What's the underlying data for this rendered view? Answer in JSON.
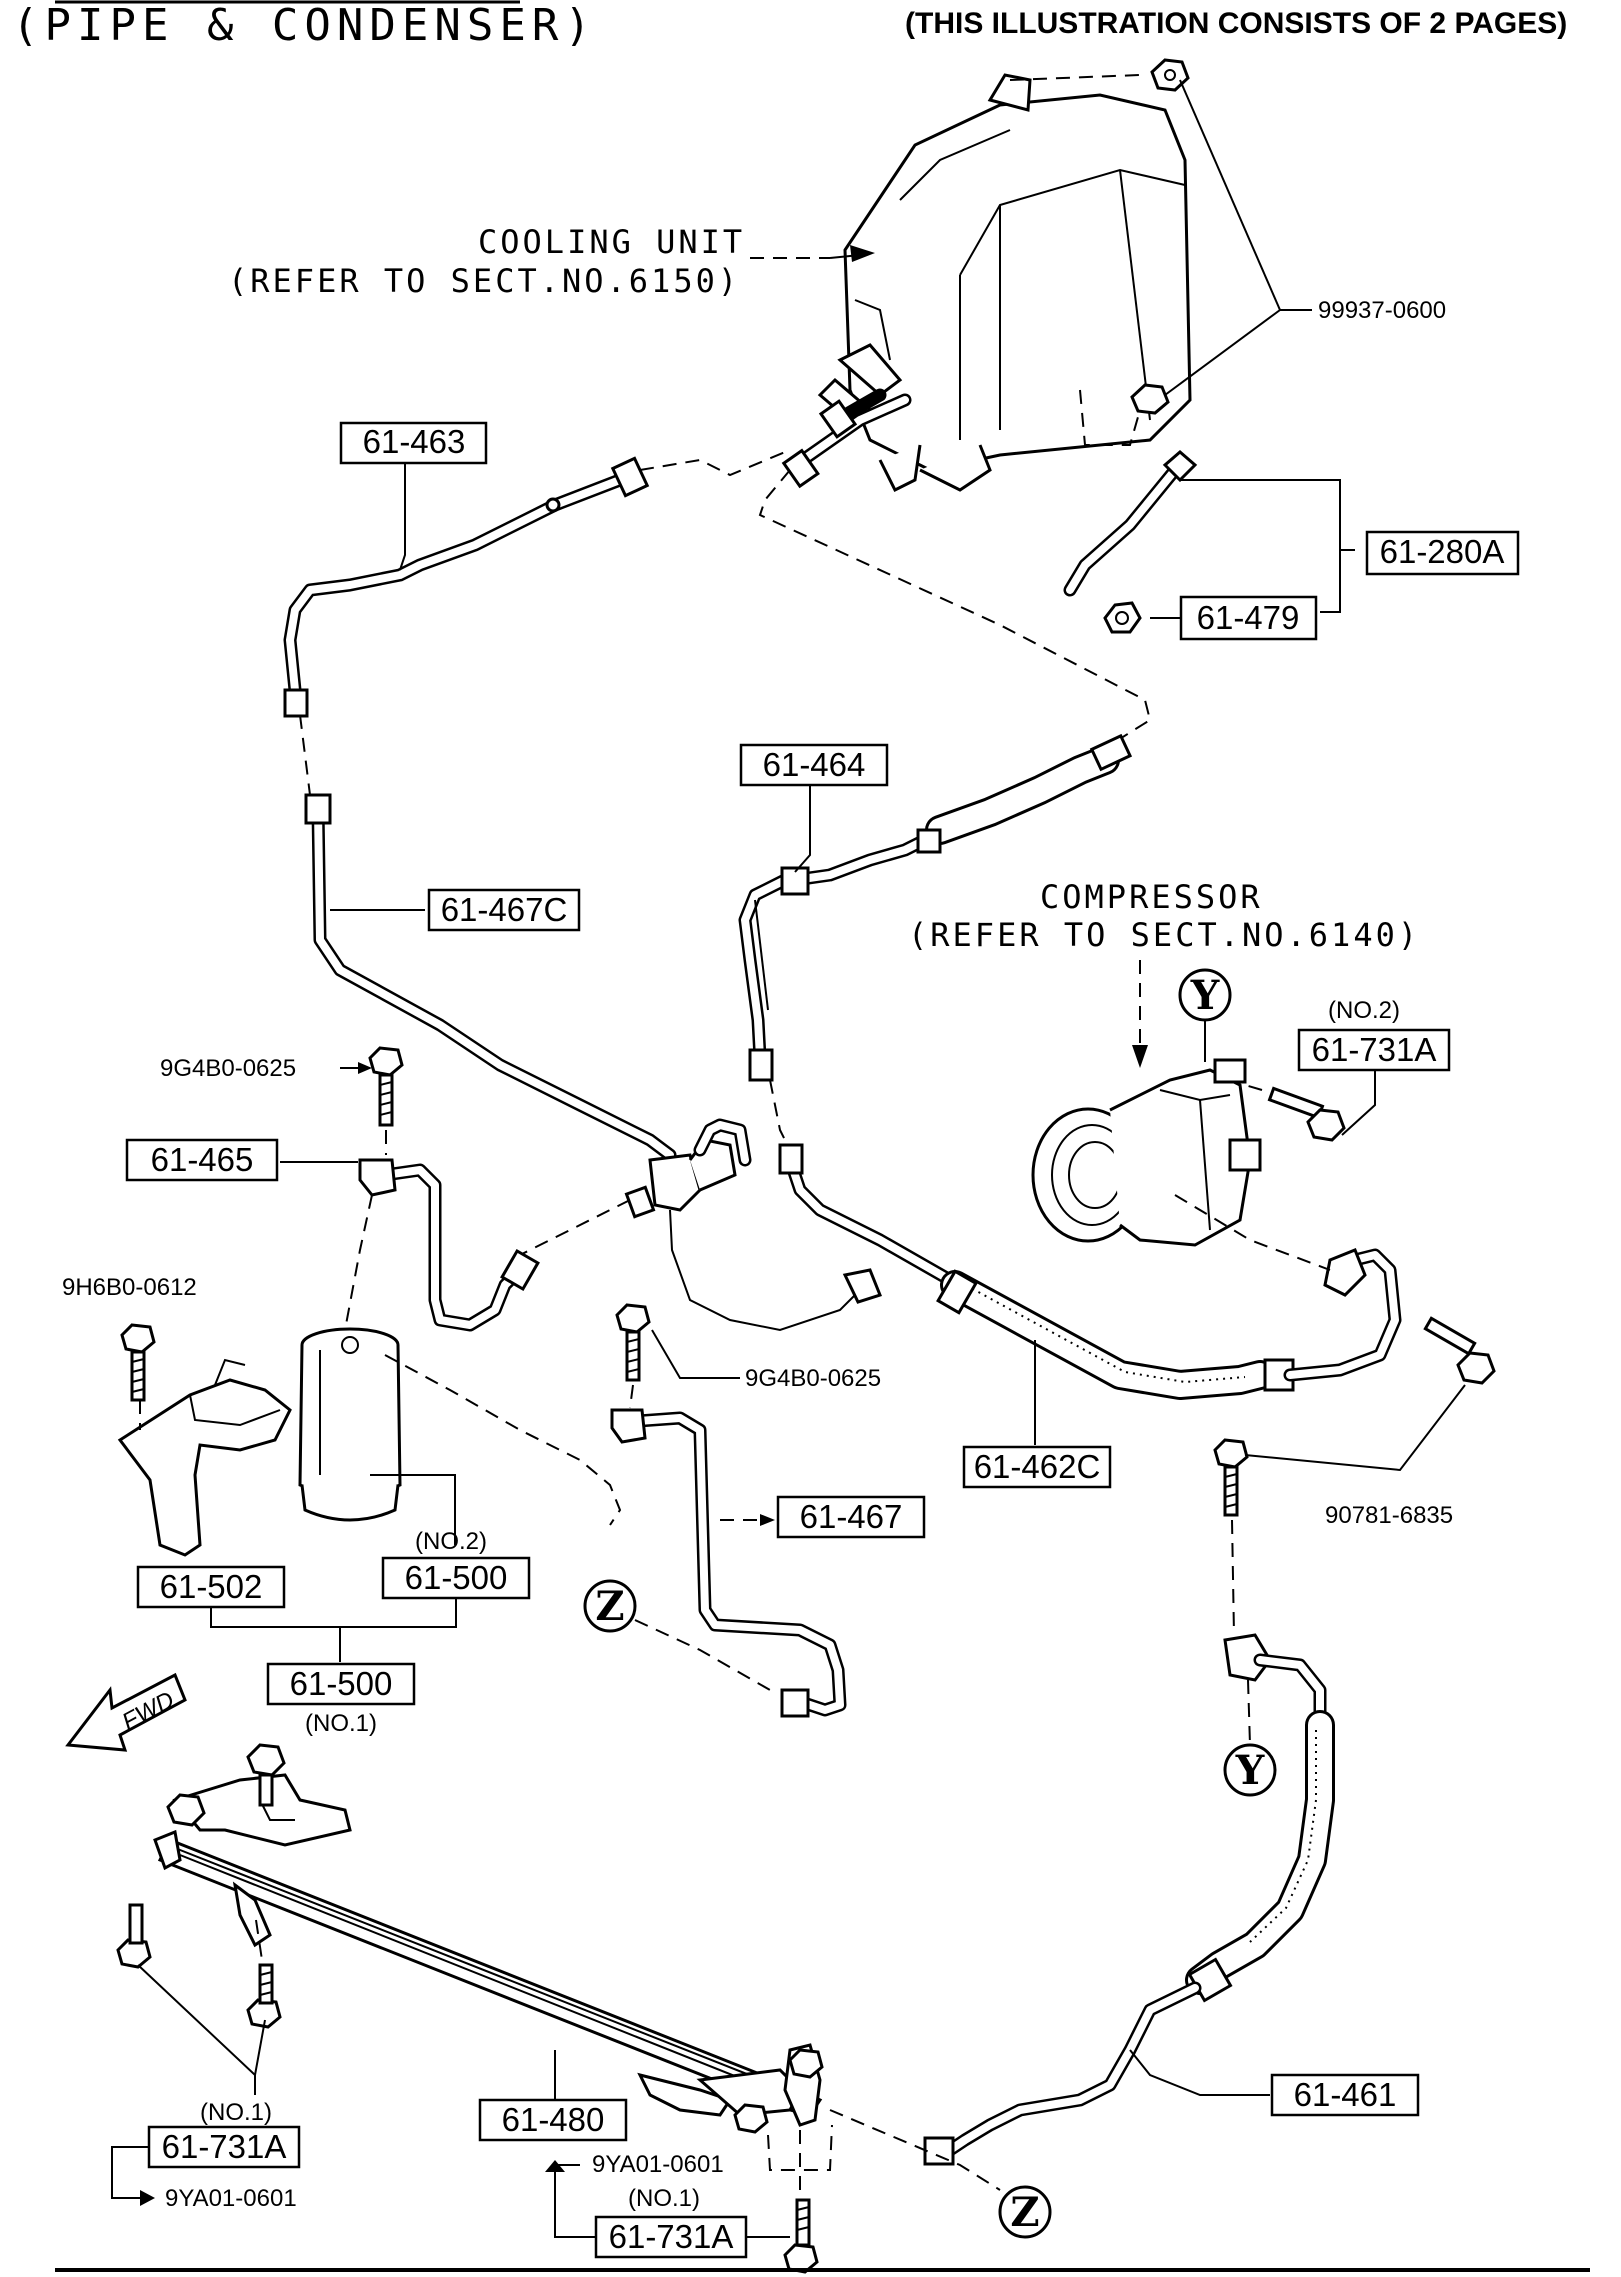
{
  "header": {
    "title": "(PIPE & CONDENSER)",
    "note": "(THIS ILLUSTRATION CONSISTS OF  2 PAGES)"
  },
  "labels": {
    "cooling_unit_1": "COOLING UNIT",
    "cooling_unit_2": "(REFER TO SECT.NO.6150)",
    "compressor_1": "COMPRESSOR",
    "compressor_2": "(REFER TO SECT.NO.6140)",
    "fwd": "FWD",
    "marker_y": "Y",
    "marker_z": "Z"
  },
  "parts": {
    "p61_463": "61-463",
    "p61_280a": "61-280A",
    "p61_479": "61-479",
    "p61_464": "61-464",
    "p61_467c": "61-467C",
    "p61_465": "61-465",
    "p61_731a_no2": "61-731A",
    "p61_462c": "61-462C",
    "p61_467": "61-467",
    "p61_502": "61-502",
    "p61_500_no2": "61-500",
    "p61_500_no1": "61-500",
    "p61_461": "61-461",
    "p61_480": "61-480",
    "p61_731a_left": "61-731A",
    "p61_731a_bottom": "61-731A"
  },
  "codes": {
    "c99937": "99937-0600",
    "c9g4b0_a": "9G4B0-0625",
    "c9h6b0": "9H6B0-0612",
    "c9g4b0_b": "9G4B0-0625",
    "c90781": "90781-6835",
    "c9ya01_a": "9YA01-0601",
    "c9ya01_b": "9YA01-0601"
  },
  "qualifiers": {
    "no2_731a": "(NO.2)",
    "no2_500": "(NO.2)",
    "no1_500": "(NO.1)",
    "no1_731a_left": "(NO.1)",
    "no1_731a_bottom": "(NO.1)"
  }
}
